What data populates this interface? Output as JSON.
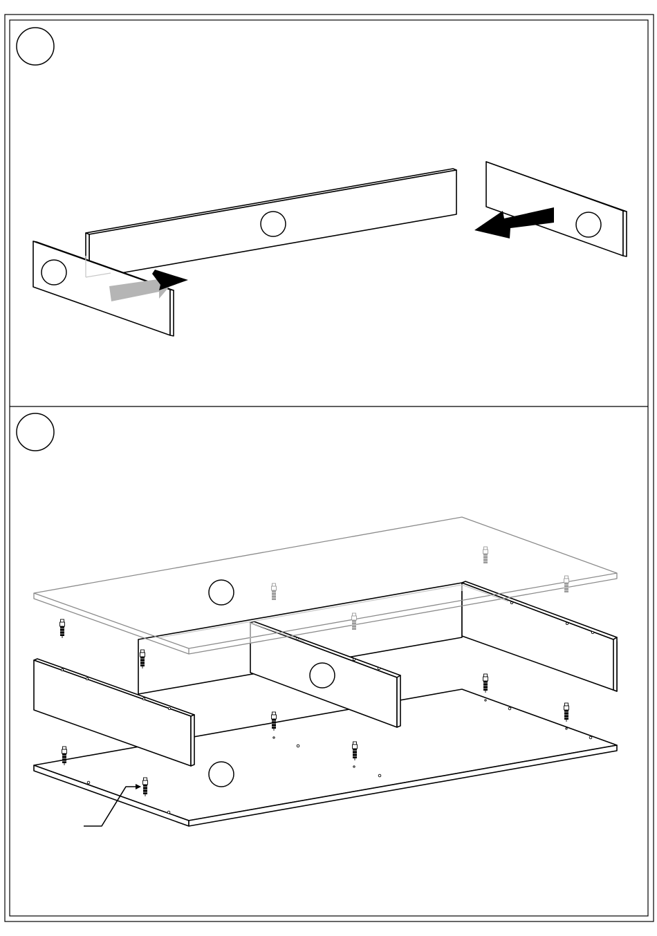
{
  "steps": [
    {
      "label": ""
    },
    {
      "label": ""
    }
  ],
  "step1": {
    "parts": [
      {
        "name": "left-side-panel",
        "label": ""
      },
      {
        "name": "back-panel",
        "label": ""
      },
      {
        "name": "right-side-panel",
        "label": ""
      }
    ],
    "arrows": [
      {
        "name": "push-arrow-left",
        "color": "#000000",
        "ghost_color": "#b5b5b5"
      },
      {
        "name": "push-arrow-right",
        "color": "#000000"
      }
    ]
  },
  "step2": {
    "parts": [
      {
        "name": "top-panel",
        "label": ""
      },
      {
        "name": "divider-panel",
        "label": ""
      },
      {
        "name": "bottom-panel",
        "label": ""
      }
    ],
    "callout": {
      "label": ""
    }
  },
  "colors": {
    "line": "#000000",
    "ghost": "#8a8a8a",
    "background": "#ffffff"
  }
}
